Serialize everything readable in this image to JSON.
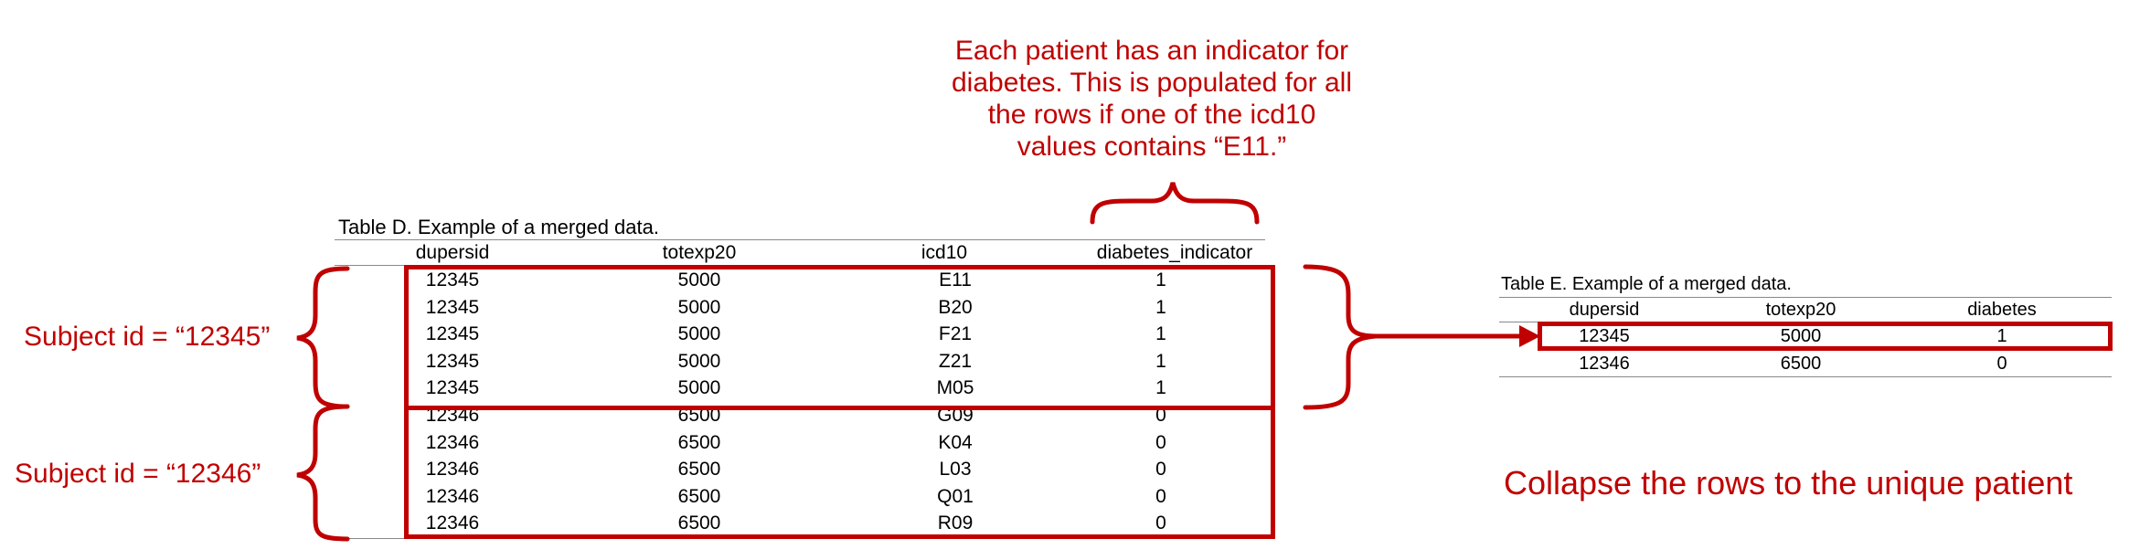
{
  "callout": {
    "lines": [
      "Each patient has an indicator for",
      "diabetes. This is populated for all",
      "the rows if one of the icd10",
      "values contains “E11.”"
    ]
  },
  "subject_labels": [
    "Subject id = “12345”",
    "Subject id = “12346”"
  ],
  "collapse_text": "Collapse the rows to the unique patient",
  "table_d": {
    "caption": "Table D. Example of a merged data.",
    "columns": [
      "dupersid",
      "totexp20",
      "icd10",
      "diabetes_indicator"
    ],
    "rows": [
      [
        "12345",
        "5000",
        "E11",
        "1"
      ],
      [
        "12345",
        "5000",
        "B20",
        "1"
      ],
      [
        "12345",
        "5000",
        "F21",
        "1"
      ],
      [
        "12345",
        "5000",
        "Z21",
        "1"
      ],
      [
        "12345",
        "5000",
        "M05",
        "1"
      ],
      [
        "12346",
        "6500",
        "G09",
        "0"
      ],
      [
        "12346",
        "6500",
        "K04",
        "0"
      ],
      [
        "12346",
        "6500",
        "L03",
        "0"
      ],
      [
        "12346",
        "6500",
        "Q01",
        "0"
      ],
      [
        "12346",
        "6500",
        "R09",
        "0"
      ]
    ]
  },
  "table_e": {
    "caption": "Table E. Example of a merged data.",
    "columns": [
      "dupersid",
      "totexp20",
      "diabetes"
    ],
    "rows": [
      [
        "12345",
        "5000",
        "1"
      ],
      [
        "12346",
        "6500",
        "0"
      ]
    ]
  },
  "colors": {
    "accent": "#c00000",
    "rule": "#888888"
  }
}
